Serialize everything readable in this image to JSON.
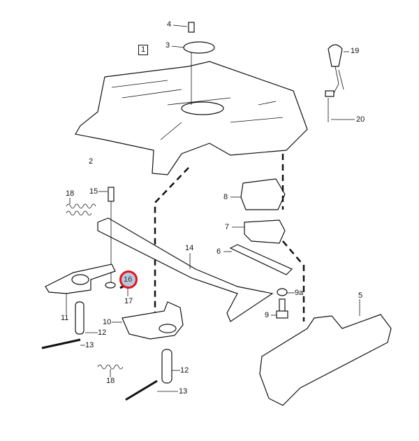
{
  "diagram": {
    "group_label": "1",
    "parts": {
      "p2": "2",
      "p3": "3",
      "p4": "4",
      "p5": "5",
      "p6": "6",
      "p7": "7",
      "p8": "8",
      "p9": "9",
      "p9a": "9a",
      "p10": "10",
      "p11": "11",
      "p12a": "12",
      "p12b": "12",
      "p13a": "13",
      "p13b": "13",
      "p14": "14",
      "p15": "15",
      "p16": "16",
      "p17": "17",
      "p18a": "18",
      "p18b": "18",
      "p19": "19",
      "p20": "20"
    },
    "highlight_color": "#e0141e",
    "highlight_fill": "#b8c8dc"
  }
}
